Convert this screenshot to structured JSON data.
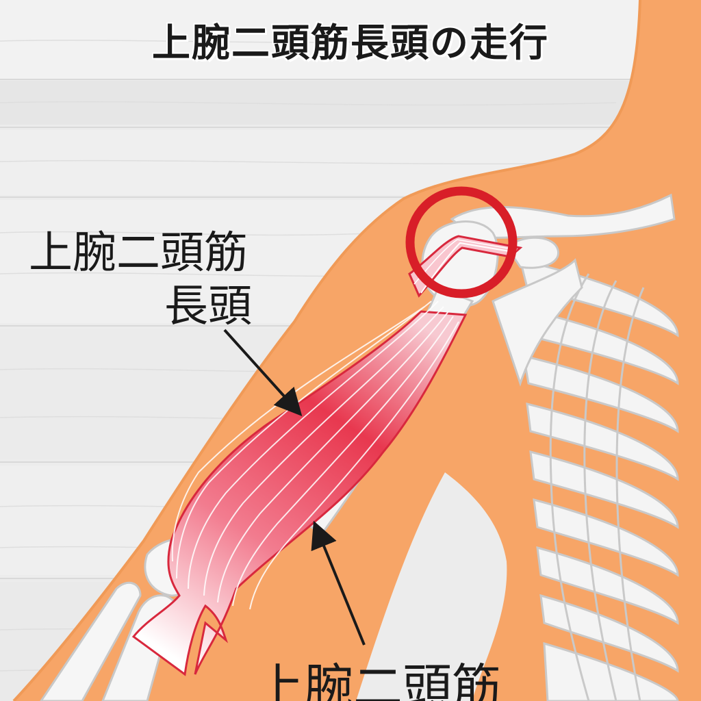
{
  "title": "上腕二頭筋長頭の走行",
  "labels": {
    "long_head_line1": "上腕二頭筋",
    "long_head_line2": "長頭",
    "biceps": "上腕二頭筋"
  },
  "colors": {
    "background": "#ededed",
    "skin": "#f7a567",
    "muscle": "#e8384f",
    "muscle_light": "#f9c6cf",
    "highlight_circle": "#d81e28",
    "bone": "#f4f4f4",
    "bone_outline": "#c8c8c8",
    "text": "#1a1a1a"
  },
  "icons": {
    "long_head_arrow": "arrow-down-right",
    "biceps_arrow": "arrow-up-left",
    "shoulder_highlight": "circle-outline"
  }
}
